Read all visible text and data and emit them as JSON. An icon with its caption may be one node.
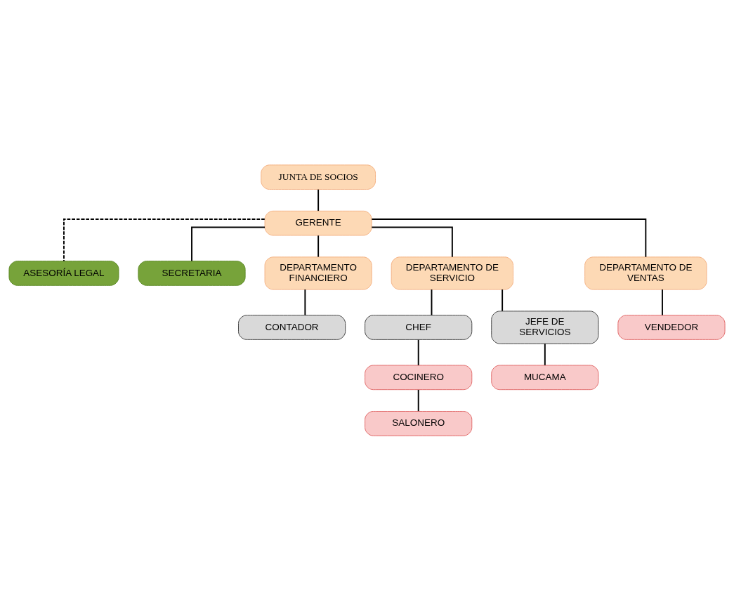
{
  "diagram": {
    "nodes": [
      {
        "text": [
          "JUNTA DE SOCIOS"
        ]
      },
      {
        "text": [
          "GERENTE"
        ]
      },
      {
        "text": [
          "ASESORÍA LEGAL"
        ]
      },
      {
        "text": [
          "SECRETARIA"
        ]
      },
      {
        "text": [
          "DEPARTAMENTO FINANCIERO"
        ]
      },
      {
        "text": [
          "DEPARTAMENTO DE SERVICIO"
        ]
      },
      {
        "text": [
          "DEPARTAMENTO DE VENTAS"
        ]
      },
      {
        "text": [
          "CONTADOR"
        ]
      },
      {
        "text": [
          "CHEF"
        ]
      },
      {
        "text": [
          "JEFE DE SERVICIOS"
        ]
      },
      {
        "text": [
          "VENDEDOR"
        ]
      },
      {
        "text": [
          "COCINERO"
        ]
      },
      {
        "text": [
          "MUCAMA"
        ]
      },
      {
        "text": [
          "SALONERO"
        ]
      }
    ],
    "edges": [
      {
        "from": 0,
        "to": 1,
        "arrow": "none"
      },
      {
        "from": 1,
        "to": 2,
        "arrow": "none",
        "style": "dashed"
      },
      {
        "from": 1,
        "to": 3,
        "arrow": "none"
      },
      {
        "from": 1,
        "to": 4,
        "arrow": "none"
      },
      {
        "from": 1,
        "to": 5,
        "arrow": "none"
      },
      {
        "from": 1,
        "to": 6,
        "arrow": "none"
      },
      {
        "from": 4,
        "to": 7,
        "arrow": "none"
      },
      {
        "from": 5,
        "to": 8,
        "arrow": "none"
      },
      {
        "from": 5,
        "to": 9,
        "arrow": "none"
      },
      {
        "from": 6,
        "to": 10,
        "arrow": "none"
      },
      {
        "from": 8,
        "to": 11,
        "arrow": "none"
      },
      {
        "from": 9,
        "to": 12,
        "arrow": "none"
      },
      {
        "from": 11,
        "to": 13,
        "arrow": "none"
      }
    ]
  }
}
